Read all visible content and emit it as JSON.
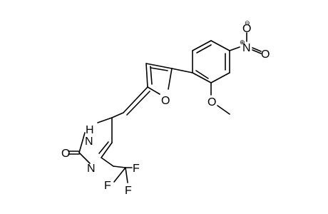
{
  "molecule": {
    "atoms": {
      "nitro_o_minus": "O",
      "nitro_o_minus_charge": "⊖",
      "nitro_n": "N",
      "nitro_n_charge": "⊕",
      "nitro_o": "O",
      "furan_o": "O",
      "methoxy_o": "O",
      "nh": "H",
      "nh_n": "N",
      "carbonyl_o": "O",
      "ring_n": "N",
      "f1": "F",
      "f2": "F",
      "f3": "F"
    }
  }
}
